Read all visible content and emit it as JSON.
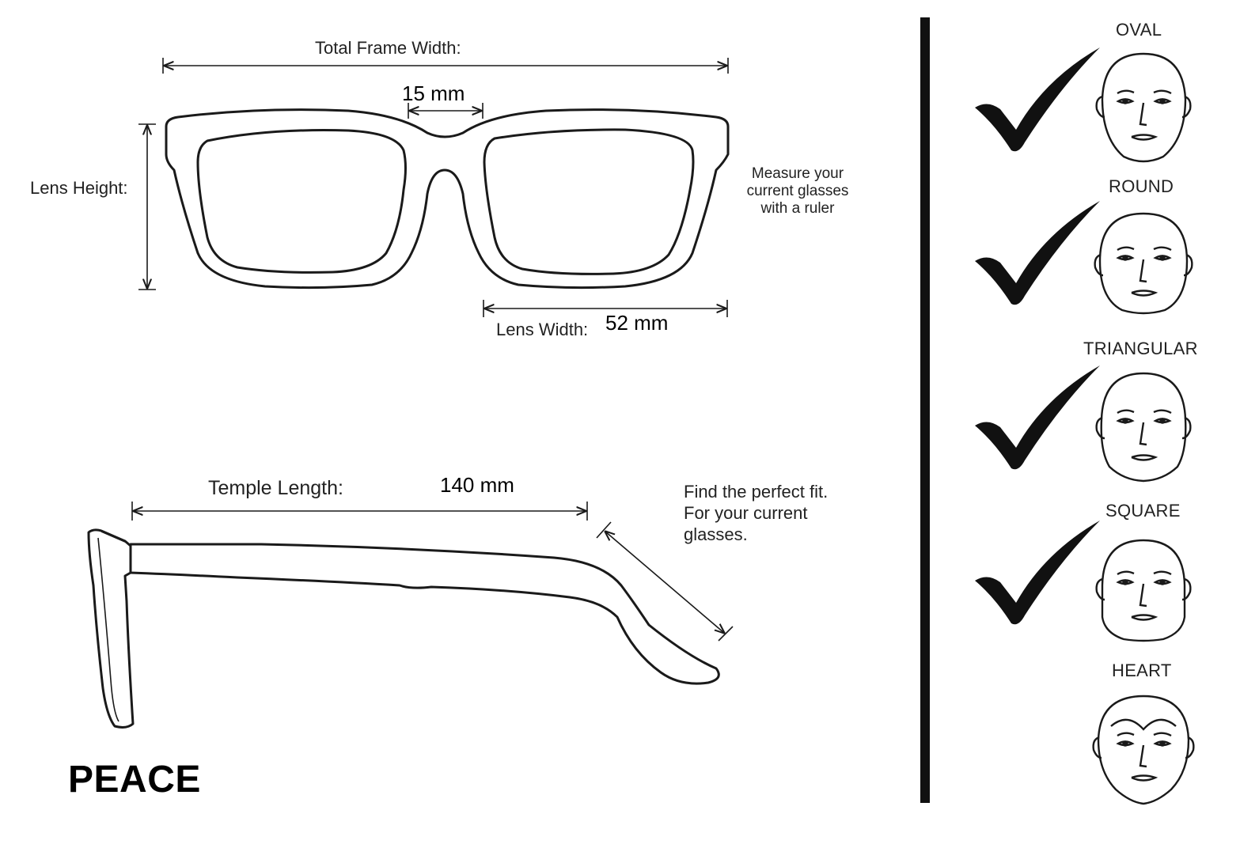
{
  "front_view": {
    "total_frame_width_label": "Total Frame Width:",
    "bridge_value": "15 mm",
    "lens_height_label": "Lens Height:",
    "lens_width_label": "Lens Width:",
    "lens_width_value": "52 mm",
    "measure_note": "Measure your\ncurrent glasses\nwith a ruler"
  },
  "side_view": {
    "temple_length_label": "Temple Length:",
    "temple_length_value": "140 mm",
    "fit_note": "Find the perfect fit.\nFor your current\nglasses."
  },
  "brand": "PEACE",
  "face_shapes": [
    {
      "label": "OVAL",
      "checked": true
    },
    {
      "label": "ROUND",
      "checked": true
    },
    {
      "label": "TRIANGULAR",
      "checked": true
    },
    {
      "label": "SQUARE",
      "checked": true
    },
    {
      "label": "HEART",
      "checked": false
    }
  ],
  "colors": {
    "line": "#1a1a1a",
    "background": "#ffffff",
    "divider": "#111111"
  }
}
